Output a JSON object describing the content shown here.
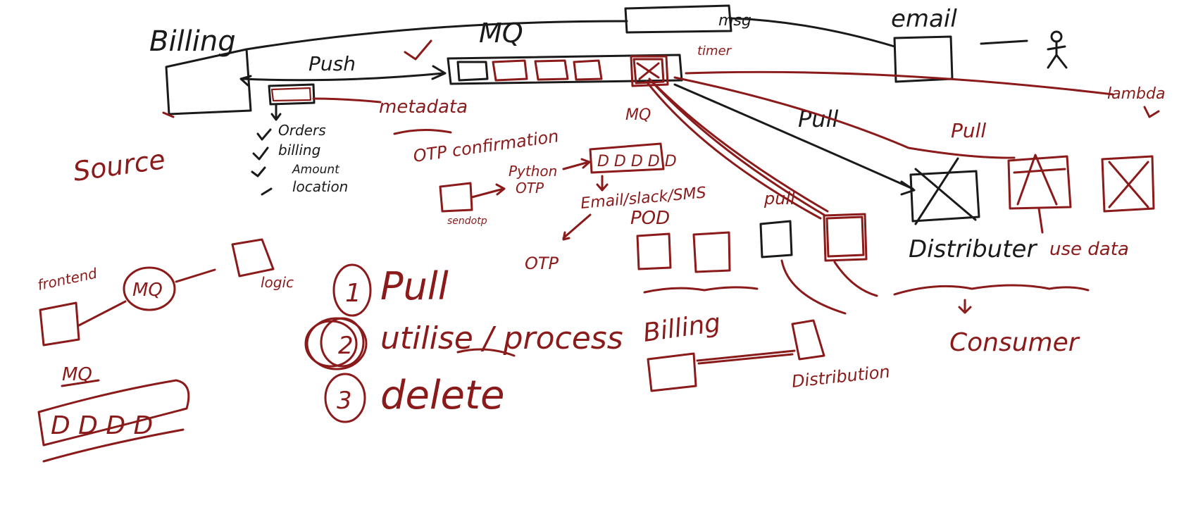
{
  "colors": {
    "ink_black": "#1a1a1a",
    "ink_red": "#8b1a1a",
    "background": "#ffffff"
  },
  "top": {
    "billing": "Billing",
    "push": "Push",
    "mq": "MQ",
    "email": "email",
    "msg": "msg",
    "timer": "timer",
    "metadata": "metadata",
    "lambda": "lambda",
    "source": "Source"
  },
  "metadata_list": [
    "Orders",
    "billing",
    "Amount",
    "location"
  ],
  "otp": {
    "title": "OTP confirmation",
    "python": "Python",
    "otp_label": "OTP",
    "mq": "MQ",
    "boxes": "D D D D D",
    "sendotp": "sendotp",
    "email_sms": "Email/slack/SMS",
    "otp_out": "OTP"
  },
  "consumers": {
    "pull_1": "Pull",
    "pull_2": "Pull",
    "pull_3": "pull",
    "pod": "POD",
    "distributer": "Distributer",
    "use_data": "use data",
    "consumer": "Consumer"
  },
  "bottom_left": {
    "frontend": "frontend",
    "mq_circle": "MQ",
    "logic": "logic",
    "mq_label": "MQ",
    "mq_boxes": "D D D D"
  },
  "steps": [
    {
      "num": "1",
      "text": "Pull"
    },
    {
      "num": "2",
      "text": "utilise / process"
    },
    {
      "num": "3",
      "text": "delete"
    }
  ],
  "bottom_mid": {
    "billing": "Billing",
    "distribution": "Distribution"
  }
}
